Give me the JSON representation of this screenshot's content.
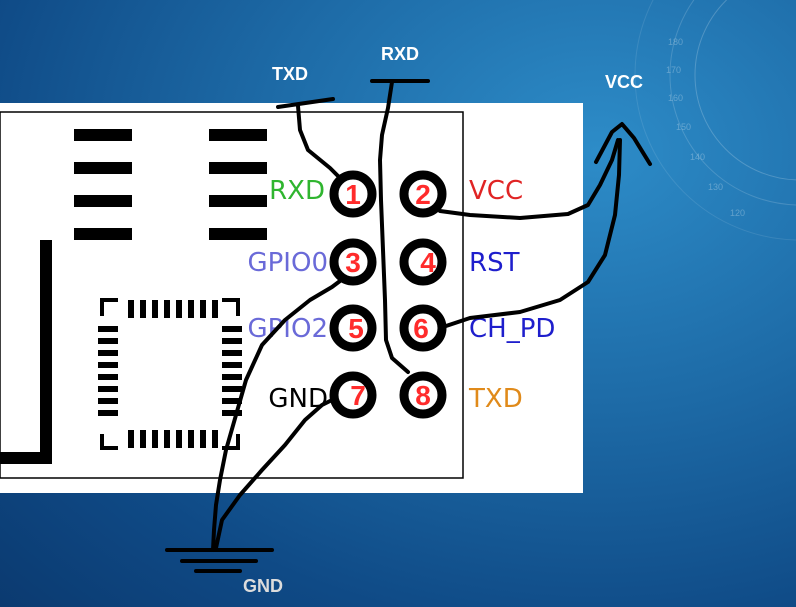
{
  "labels": {
    "txd": "TXD",
    "rxd": "RXD",
    "vcc": "VCC",
    "gnd": "GND"
  },
  "pins": [
    {
      "number": "1",
      "name": "RXD",
      "name_color": "#2fb52f"
    },
    {
      "number": "2",
      "name": "VCC",
      "name_color": "#e02424"
    },
    {
      "number": "3",
      "name": "GPIO0",
      "name_color": "#6a6ad8"
    },
    {
      "number": "4",
      "name": "RST",
      "name_color": "#1e1ecc"
    },
    {
      "number": "5",
      "name": "GPIO2",
      "name_color": "#6a6ad8"
    },
    {
      "number": "6",
      "name": "CH_PD",
      "name_color": "#1e1ecc"
    },
    {
      "number": "7",
      "name": "GND",
      "name_color": "#000000"
    },
    {
      "number": "8",
      "name": "TXD",
      "name_color": "#e08a1a"
    }
  ],
  "dial": [
    "180",
    "170",
    "160",
    "150",
    "140",
    "130",
    "120"
  ],
  "colors": {
    "background": "#1d6aa6",
    "board": "#ffffff",
    "ink": "#000000",
    "pin_number": "#ff2b2b"
  }
}
